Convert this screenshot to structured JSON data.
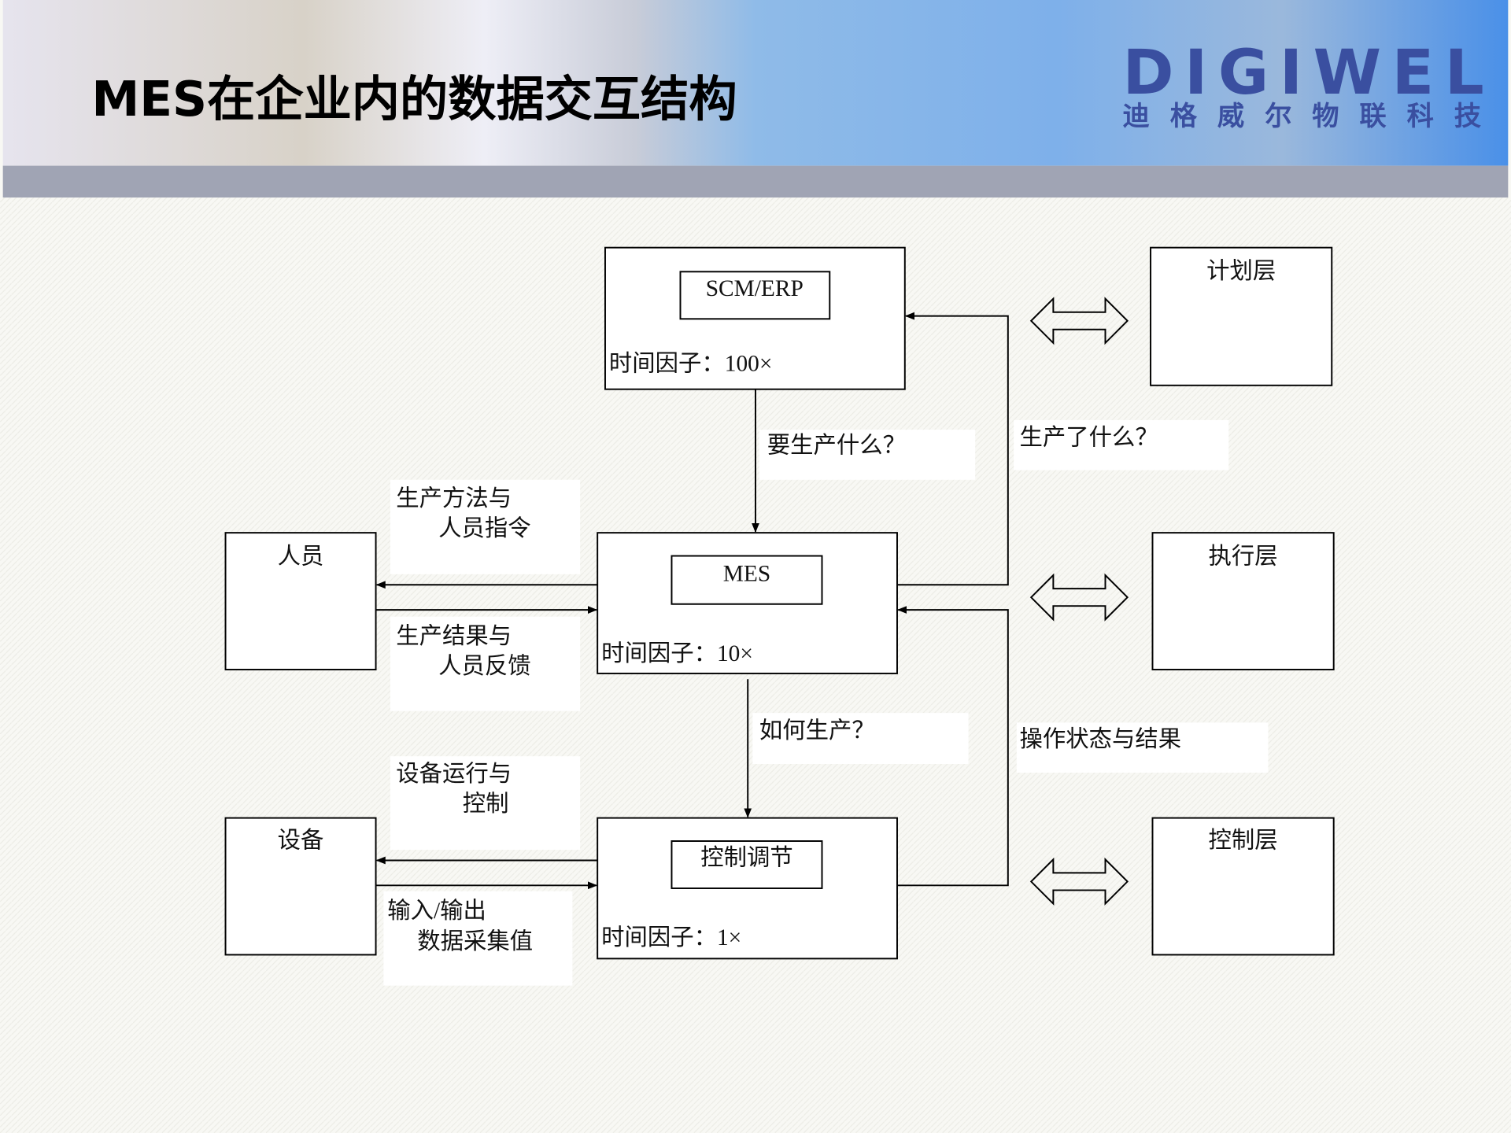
{
  "header": {
    "title": "MES在企业内的数据交互结构",
    "logo_text": "DIGIWEL",
    "logo_subtitle": "迪格威尔物联科技",
    "brand_color": "#3a4fa0"
  },
  "diagram": {
    "systems": {
      "erp": {
        "name": "SCM/ERP",
        "time_factor": "时间因子：100×"
      },
      "mes": {
        "name": "MES",
        "time_factor": "时间因子：10×"
      },
      "control": {
        "name": "控制调节",
        "time_factor": "时间因子：1×"
      }
    },
    "layers": {
      "plan": "计划层",
      "exec": "执行层",
      "control": "控制层"
    },
    "actors": {
      "people": "人员",
      "equipment": "设备"
    },
    "flows": {
      "what_to_produce": "要生产什么？",
      "what_produced": "生产了什么？",
      "how_to_produce": "如何生产？",
      "op_status": "操作状态与结果",
      "method_l1": "生产方法与",
      "method_l2": "人员指令",
      "result_l1": "生产结果与",
      "result_l2": "人员反馈",
      "equip_l1": "设备运行与",
      "equip_l2": "控制",
      "io_l1": "输入/输出",
      "io_l2": "数据采集值"
    }
  }
}
